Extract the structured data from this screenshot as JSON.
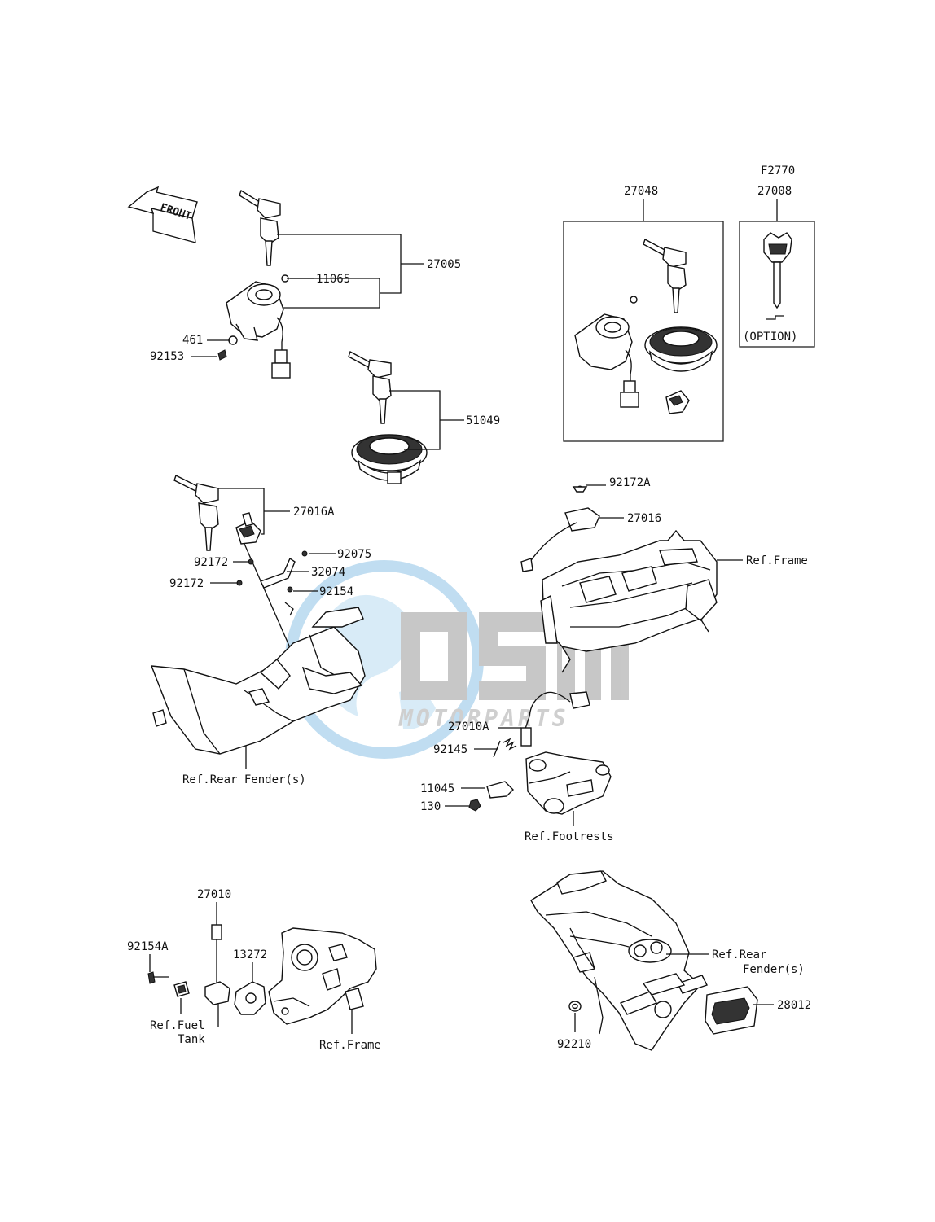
{
  "watermark": {
    "brand": "OSM",
    "tagline": "MOTORPARTS",
    "globe_color": "#8ec3e6",
    "letters_color": "#9b9b9b"
  },
  "front_label": "FRONT",
  "kit_top_code": "F2770",
  "labels": {
    "l_27005": "27005",
    "l_11065": "11065",
    "l_461": "461",
    "l_92153": "92153",
    "l_51049": "51049",
    "l_27048": "27048",
    "l_27008": "27008",
    "l_option": "(OPTION)",
    "l_27016A": "27016A",
    "l_92075": "92075",
    "l_92172_a": "92172",
    "l_32074": "32074",
    "l_92172_b": "92172",
    "l_92154": "92154",
    "l_ref_rear_fender_1": "Ref.Rear Fender(s)",
    "l_92172A": "92172A",
    "l_27016": "27016",
    "l_ref_frame_1": "Ref.Frame",
    "l_27010A": "27010A",
    "l_92145": "92145",
    "l_11045": "11045",
    "l_130": "130",
    "l_ref_footrests": "Ref.Footrests",
    "l_27010": "27010",
    "l_92154A": "92154A",
    "l_13272": "13272",
    "l_ref_fuel": "Ref.Fuel",
    "l_tank": "Tank",
    "l_ref_frame_2": "Ref.Frame",
    "l_ref_rear_2a": "Ref.Rear",
    "l_ref_rear_2b": "Fender(s)",
    "l_28012": "28012",
    "l_92210": "92210"
  }
}
